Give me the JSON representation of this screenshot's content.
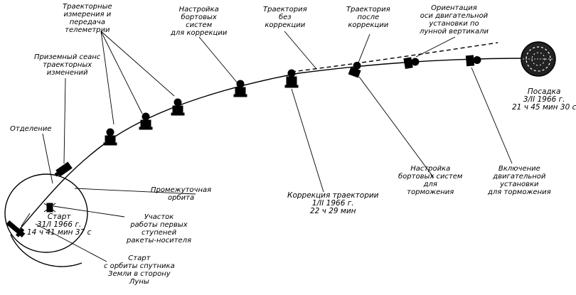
{
  "labels": {
    "trajectory_measurements": [
      "Траекторные",
      "измерения и",
      "передача",
      "телеметрии"
    ],
    "ground_session": [
      "Приземный сеанс",
      "траекторных",
      "изменений"
    ],
    "separation": [
      "Отделение"
    ],
    "onboard_setup_correction": [
      "Настройка",
      "бортовых",
      "систем",
      "для коррекции"
    ],
    "trajectory_without_correction": [
      "Траектория",
      "без",
      "коррекции"
    ],
    "trajectory_after_correction": [
      "Траектория",
      "после",
      "коррекции"
    ],
    "engine_axis_orientation": [
      "Ориентация",
      "оси двигательной",
      "установки по",
      "лунной вертикали"
    ],
    "landing": [
      "Посадка",
      "3/II 1966 г.",
      "21 ч 45 мин 30 с"
    ],
    "intermediate_orbit": [
      "Промежуточная",
      "орбита"
    ],
    "launch": [
      "Старт",
      "31/I 1966 г.",
      "14 ч 41 мин 37 с"
    ],
    "first_stages_section": [
      "Участок",
      "работы первых",
      "ступеней",
      "ракеты-носителя"
    ],
    "start_from_orbit": [
      "Старт",
      "с орбиты спутника",
      "Земли в сторону",
      "Луны"
    ],
    "trajectory_correction": [
      "Коррекция траектории",
      "1/II 1966 г.",
      "22 ч 29 мин"
    ],
    "onboard_setup_braking": [
      "Настройка",
      "бортовых систем",
      "для",
      "торможения"
    ],
    "engine_on_braking": [
      "Включение",
      "двигательной",
      "установки",
      "для торможения"
    ]
  },
  "colors": {
    "ink": "#000000",
    "paper": "#ffffff"
  }
}
